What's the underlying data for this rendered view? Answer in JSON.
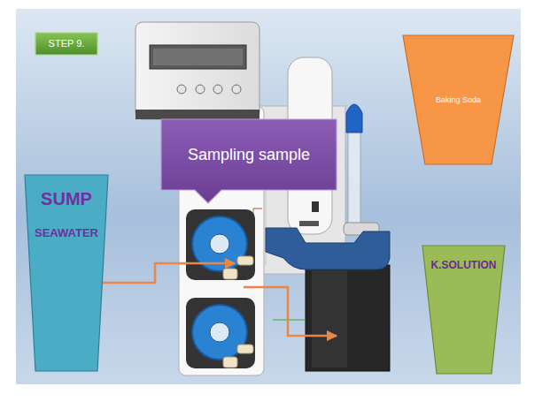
{
  "diagram": {
    "nodes": [
      {
        "text": [
          "STEP 9."
        ]
      },
      {
        "text": [
          "Baking Soda"
        ]
      },
      {
        "text": [
          "Sampling sample"
        ]
      },
      {
        "text": [
          "SUMP",
          "SEAWATER"
        ]
      },
      {
        "text": [
          "K.SOLUTION"
        ]
      }
    ]
  }
}
